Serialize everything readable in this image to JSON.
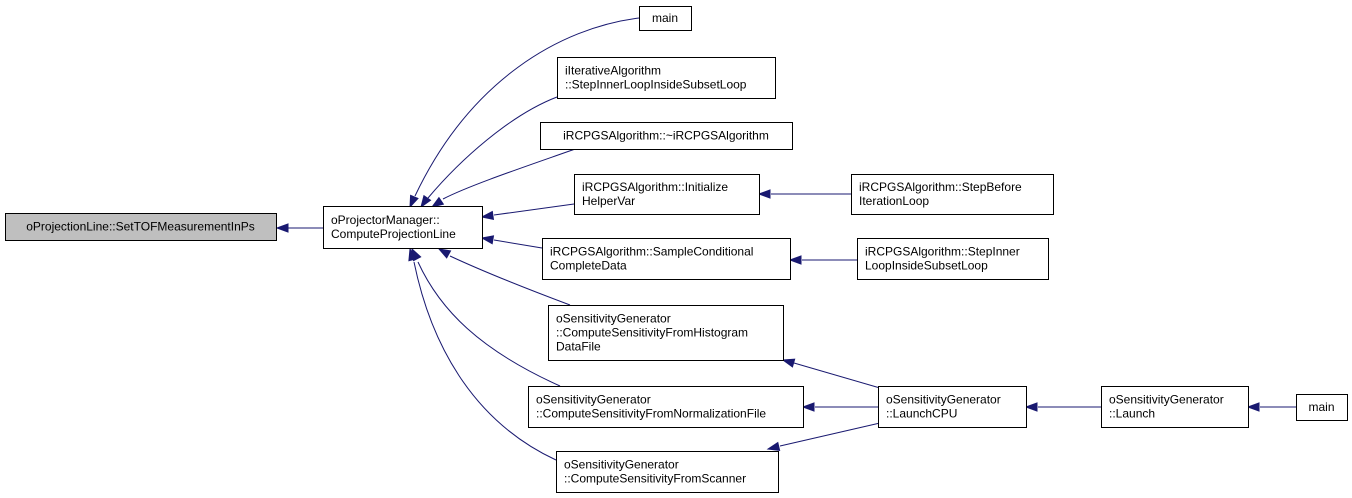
{
  "colors": {
    "edge": "#191970",
    "node_fill": "#ffffff",
    "focus_fill": "#bfbfbf",
    "border": "#000000"
  },
  "nodes": [
    {
      "id": "set_tof",
      "lines": [
        "oProjectionLine::SetTOFMeasurementInPs"
      ],
      "focus": true
    },
    {
      "id": "compute_projection_line",
      "lines": [
        "oProjectorManager::",
        "ComputeProjectionLine"
      ]
    },
    {
      "id": "main_top",
      "lines": [
        "main"
      ]
    },
    {
      "id": "iterative_step_inner",
      "lines": [
        "iIterativeAlgorithm",
        "::StepInnerLoopInsideSubsetLoop"
      ]
    },
    {
      "id": "rcpgs_destructor",
      "lines": [
        "iRCPGSAlgorithm::~iRCPGSAlgorithm"
      ]
    },
    {
      "id": "rcpgs_initialize",
      "lines": [
        "iRCPGSAlgorithm::Initialize",
        "HelperVar"
      ]
    },
    {
      "id": "rcpgs_step_before",
      "lines": [
        "iRCPGSAlgorithm::StepBefore",
        "IterationLoop"
      ]
    },
    {
      "id": "rcpgs_sample",
      "lines": [
        "iRCPGSAlgorithm::SampleConditional",
        "CompleteData"
      ]
    },
    {
      "id": "rcpgs_step_inner",
      "lines": [
        "iRCPGSAlgorithm::StepInner",
        "LoopInsideSubsetLoop"
      ]
    },
    {
      "id": "sens_histogram",
      "lines": [
        "oSensitivityGenerator",
        "::ComputeSensitivityFromHistogram",
        "DataFile"
      ]
    },
    {
      "id": "sens_normalization",
      "lines": [
        "oSensitivityGenerator",
        "::ComputeSensitivityFromNormalizationFile"
      ]
    },
    {
      "id": "sens_scanner",
      "lines": [
        "oSensitivityGenerator",
        "::ComputeSensitivityFromScanner"
      ]
    },
    {
      "id": "sens_launch_cpu",
      "lines": [
        "oSensitivityGenerator",
        "::LaunchCPU"
      ]
    },
    {
      "id": "sens_launch",
      "lines": [
        "oSensitivityGenerator",
        "::Launch"
      ]
    },
    {
      "id": "main_bottom",
      "lines": [
        "main"
      ]
    }
  ],
  "edges": [
    {
      "from": "compute_projection_line",
      "to": "set_tof"
    },
    {
      "from": "main_top",
      "to": "compute_projection_line"
    },
    {
      "from": "iterative_step_inner",
      "to": "compute_projection_line"
    },
    {
      "from": "rcpgs_destructor",
      "to": "compute_projection_line"
    },
    {
      "from": "rcpgs_initialize",
      "to": "compute_projection_line"
    },
    {
      "from": "rcpgs_sample",
      "to": "compute_projection_line"
    },
    {
      "from": "sens_histogram",
      "to": "compute_projection_line"
    },
    {
      "from": "sens_normalization",
      "to": "compute_projection_line"
    },
    {
      "from": "sens_scanner",
      "to": "compute_projection_line"
    },
    {
      "from": "rcpgs_step_before",
      "to": "rcpgs_initialize"
    },
    {
      "from": "rcpgs_step_inner",
      "to": "rcpgs_sample"
    },
    {
      "from": "sens_launch_cpu",
      "to": "sens_histogram"
    },
    {
      "from": "sens_launch_cpu",
      "to": "sens_normalization"
    },
    {
      "from": "sens_launch_cpu",
      "to": "sens_scanner"
    },
    {
      "from": "sens_launch",
      "to": "sens_launch_cpu"
    },
    {
      "from": "main_bottom",
      "to": "sens_launch"
    }
  ]
}
